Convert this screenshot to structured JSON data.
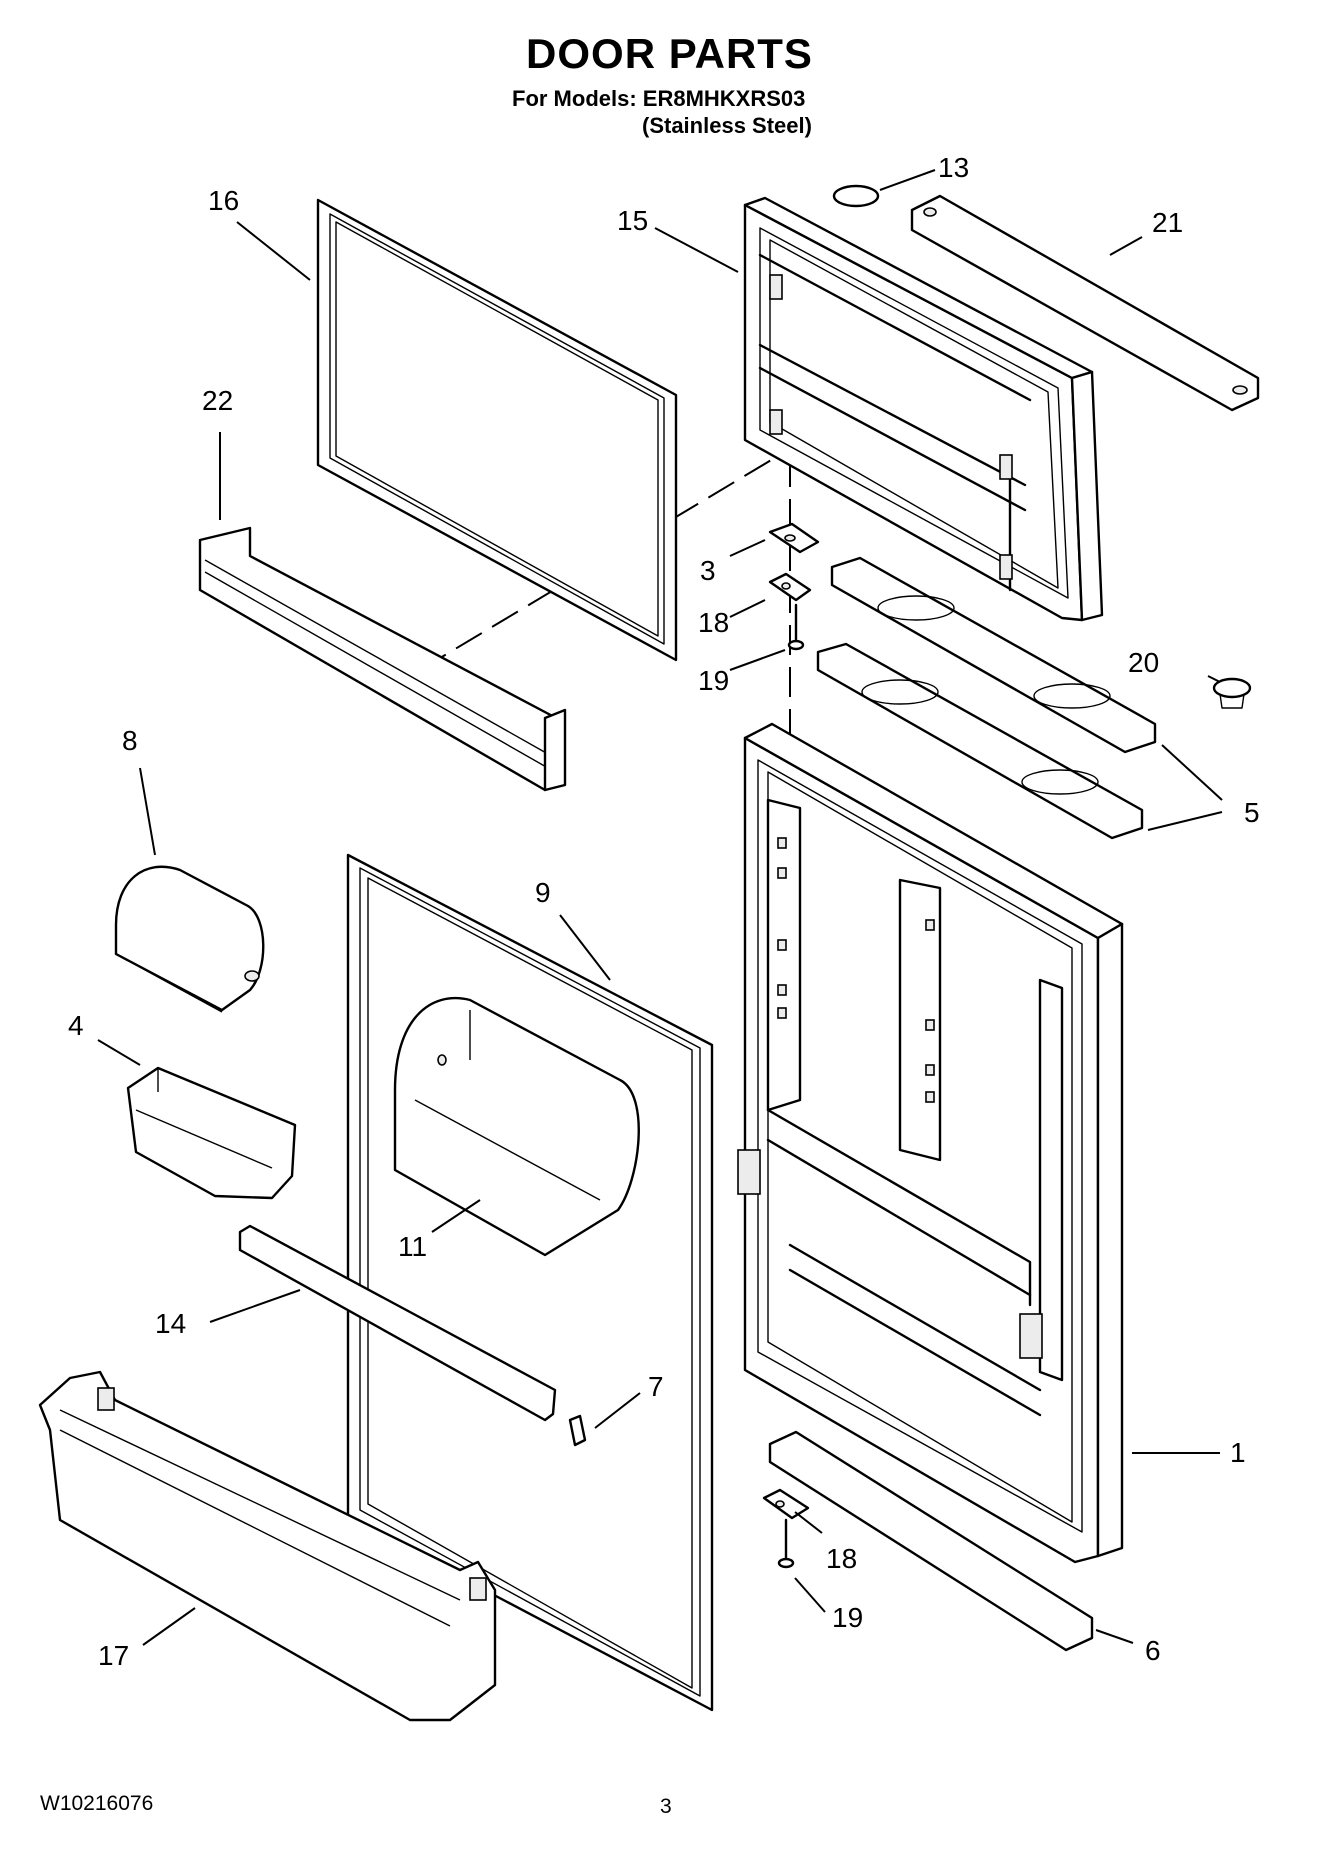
{
  "header": {
    "title": "DOOR PARTS",
    "models": "For Models: ER8MHKXRS03",
    "finish": "(Stainless Steel)"
  },
  "footer": {
    "doc_number": "W10216076",
    "page_number": "3"
  },
  "callouts": {
    "c1": "1",
    "c3": "3",
    "c4": "4",
    "c5": "5",
    "c6": "6",
    "c7": "7",
    "c8": "8",
    "c9": "9",
    "c11": "11",
    "c13": "13",
    "c14": "14",
    "c15": "15",
    "c16": "16",
    "c17": "17",
    "c18a": "18",
    "c18b": "18",
    "c19a": "19",
    "c19b": "19",
    "c20": "20",
    "c21": "21",
    "c22": "22"
  }
}
